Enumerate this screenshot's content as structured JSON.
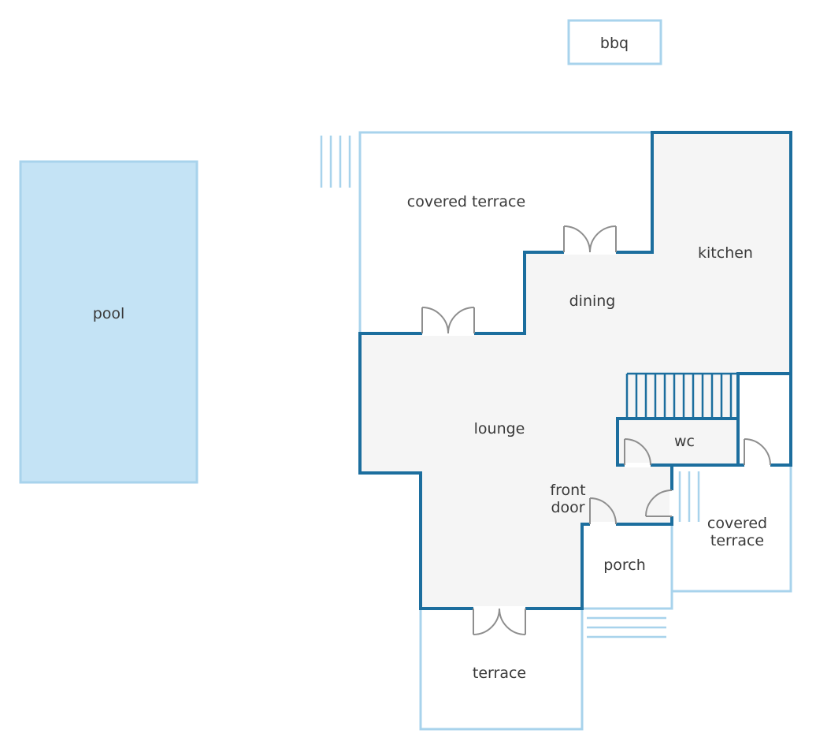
{
  "rooms": {
    "bbq": "bbq",
    "pool": "pool",
    "covered_terrace_top": "covered terrace",
    "kitchen": "kitchen",
    "dining": "dining",
    "lounge": "lounge",
    "wc": "wc",
    "front_door_line1": "front",
    "front_door_line2": "door",
    "covered_terrace_right_line1": "covered",
    "covered_terrace_right_line2": "terrace",
    "porch": "porch",
    "terrace": "terrace"
  },
  "colors": {
    "wall": "#1c6e9e",
    "outline": "#a8d3ec",
    "pool_fill": "#c4e3f5",
    "floor_fill": "#f5f5f5",
    "door": "#8e8e8e"
  }
}
